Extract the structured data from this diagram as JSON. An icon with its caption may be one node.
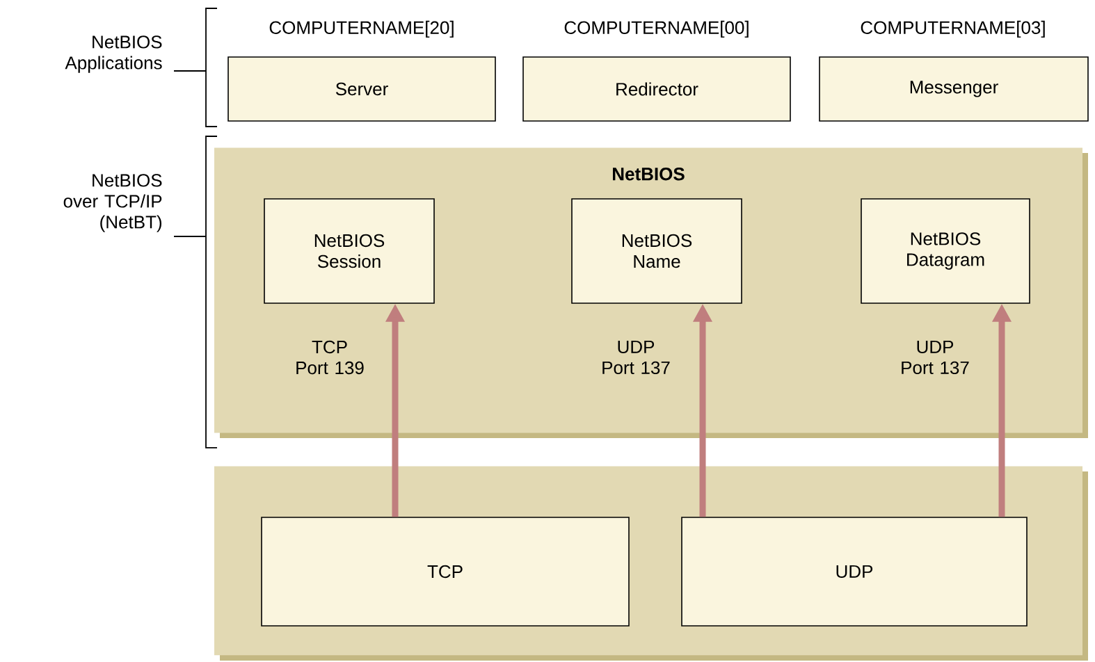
{
  "diagram": {
    "nodes": [
      {
        "text": [
          "Server"
        ],
        "beside": [
          "COMPUTERNAME[20]"
        ]
      },
      {
        "text": [
          "Redirector"
        ],
        "beside": [
          "COMPUTERNAME[00]"
        ]
      },
      {
        "text": [
          "Messenger"
        ],
        "beside": [
          "COMPUTERNAME[03]"
        ]
      },
      {
        "text": [
          "NetBIOS"
        ]
      },
      {
        "text": [
          "NetBIOS Session"
        ],
        "beside": [
          "TCP Port 139"
        ],
        "in": 3
      },
      {
        "text": [
          "NetBIOS Name"
        ],
        "beside": [
          "UDP Port 137"
        ],
        "in": 3
      },
      {
        "text": [
          "NetBIOS Datagram"
        ],
        "beside": [
          "UDP Port 137"
        ],
        "in": 3
      },
      {
        "text": [],
        "shape": "box"
      },
      {
        "text": [
          "TCP"
        ],
        "in": 7
      },
      {
        "text": [
          "UDP"
        ],
        "in": 7
      }
    ],
    "edges": [
      {
        "from": 8,
        "to": 4,
        "arrow": "to"
      },
      {
        "from": 9,
        "to": 5,
        "arrow": "to"
      },
      {
        "from": 9,
        "to": 6,
        "arrow": "to"
      }
    ],
    "labels": [
      "NetBIOS Applications",
      "NetBIOS over TCP/IP (NetBT)"
    ]
  }
}
